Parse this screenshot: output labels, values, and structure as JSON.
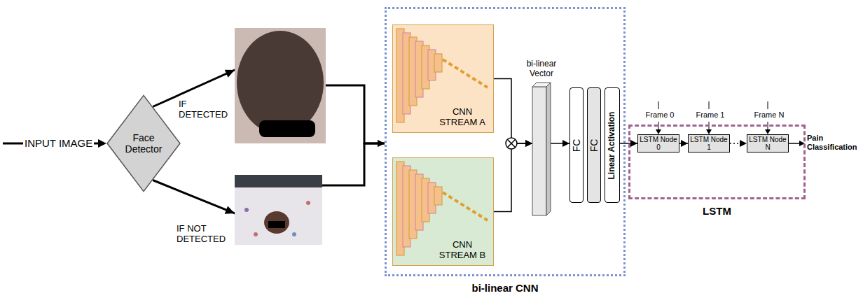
{
  "diagram": {
    "nodes": [
      {
        "text": [
          "Face Detector"
        ]
      },
      {
        "text": [
          "bi-linear CNN"
        ]
      },
      {
        "text": [
          "CNN STREAM A"
        ],
        "in": 1
      },
      {
        "text": [
          "CNN STREAM B"
        ],
        "in": 1
      },
      {
        "text": [
          "bi-linear Vector"
        ],
        "in": 1
      },
      {
        "text": [
          "FC"
        ],
        "in": 1
      },
      {
        "text": [
          "FC"
        ],
        "in": 1
      },
      {
        "text": [
          "Linear Activation"
        ],
        "in": 1
      },
      {
        "text": [
          "LSTM"
        ]
      },
      {
        "text": [
          "LSTM Node 0"
        ],
        "in": 8
      },
      {
        "text": [
          "LSTM Node 1"
        ],
        "in": 8
      },
      {
        "text": [
          "LSTM Node N"
        ],
        "in": 8
      }
    ],
    "edges": [
      {
        "from": 0,
        "to": 1,
        "label": "IF DETECTED",
        "arrow": "to"
      },
      {
        "from": 0,
        "to": 1,
        "label": "IF NOT DETECTED",
        "arrow": "to"
      },
      {
        "from": 2,
        "to": 4,
        "arrow": "to"
      },
      {
        "from": 3,
        "to": 4,
        "arrow": "to"
      },
      {
        "from": 4,
        "to": 5,
        "arrow": "to"
      },
      {
        "from": 7,
        "to": 9,
        "arrow": "to"
      },
      {
        "from": 9,
        "to": 10,
        "arrow": "to"
      },
      {
        "from": 10,
        "to": 11,
        "arrow": "to"
      }
    ],
    "labels": [
      "INPUT IMAGE",
      "Frame 0",
      "Frame 1",
      "Frame N",
      "Pain Classification"
    ]
  }
}
